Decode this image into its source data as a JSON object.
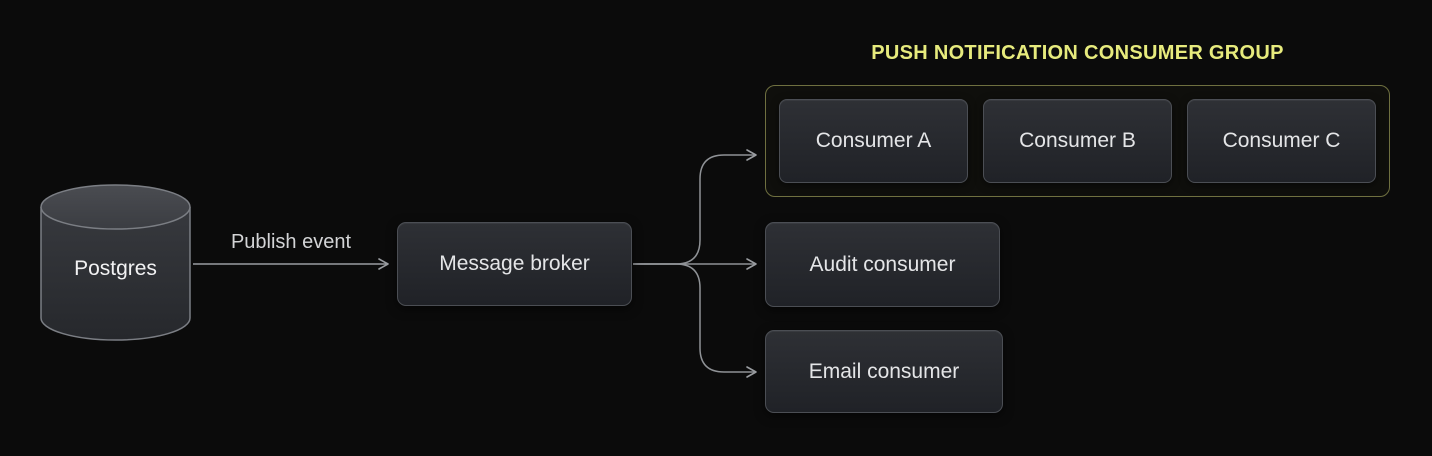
{
  "diagram": {
    "nodes": {
      "postgres": {
        "label": "Postgres",
        "shape": "cylinder"
      },
      "message_broker": {
        "label": "Message broker"
      },
      "audit_consumer": {
        "label": "Audit consumer"
      },
      "email_consumer": {
        "label": "Email consumer"
      }
    },
    "consumer_group": {
      "title": "PUSH NOTIFICATION CONSUMER GROUP",
      "members": [
        {
          "label": "Consumer A"
        },
        {
          "label": "Consumer B"
        },
        {
          "label": "Consumer C"
        }
      ]
    },
    "edges": [
      {
        "from": "postgres",
        "to": "message_broker",
        "label": "Publish event"
      },
      {
        "from": "message_broker",
        "to": "consumer_group",
        "label": ""
      },
      {
        "from": "message_broker",
        "to": "audit_consumer",
        "label": ""
      },
      {
        "from": "message_broker",
        "to": "email_consumer",
        "label": ""
      }
    ],
    "colors": {
      "background": "#0b0b0b",
      "node_fill_top": "#2e3035",
      "node_fill_bottom": "#202227",
      "node_border": "#4b4e54",
      "group_border": "#6f7040",
      "group_title": "#e7eb7d",
      "connector": "#8f9296",
      "node_text": "#e4e5e7"
    }
  }
}
